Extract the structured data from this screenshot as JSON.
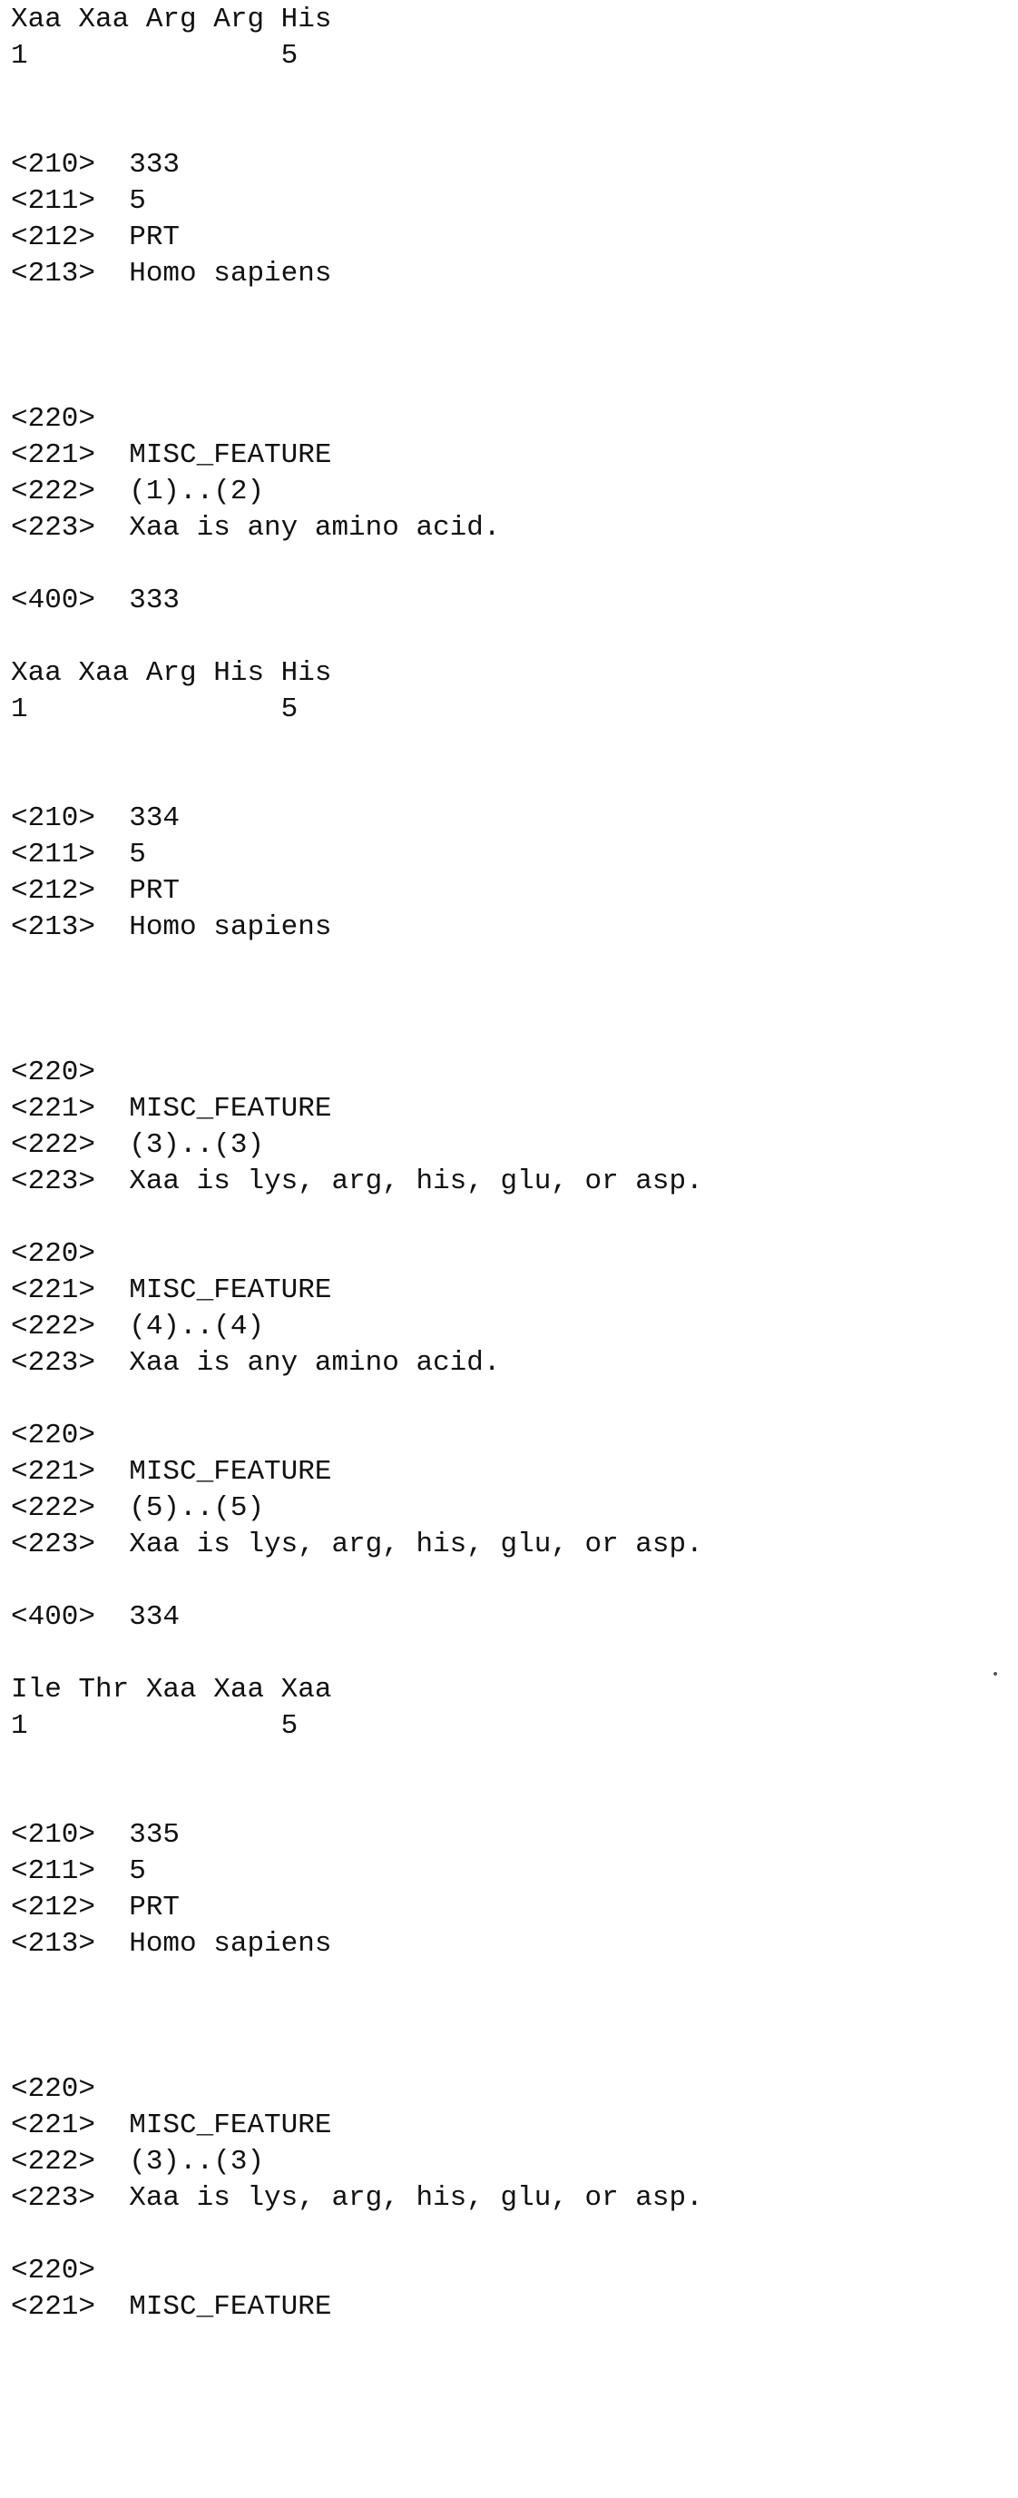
{
  "lines": [
    "Xaa Xaa Arg Arg His",
    "1               5",
    "",
    "",
    "<210>  333",
    "<211>  5",
    "<212>  PRT",
    "<213>  Homo sapiens",
    "",
    "",
    "",
    "<220>",
    "<221>  MISC_FEATURE",
    "<222>  (1)..(2)",
    "<223>  Xaa is any amino acid.",
    "",
    "<400>  333",
    "",
    "Xaa Xaa Arg His His",
    "1               5",
    "",
    "",
    "<210>  334",
    "<211>  5",
    "<212>  PRT",
    "<213>  Homo sapiens",
    "",
    "",
    "",
    "<220>",
    "<221>  MISC_FEATURE",
    "<222>  (3)..(3)",
    "<223>  Xaa is lys, arg, his, glu, or asp.",
    "",
    "<220>",
    "<221>  MISC_FEATURE",
    "<222>  (4)..(4)",
    "<223>  Xaa is any amino acid.",
    "",
    "<220>",
    "<221>  MISC_FEATURE",
    "<222>  (5)..(5)",
    "<223>  Xaa is lys, arg, his, glu, or asp.",
    "",
    "<400>  334",
    "",
    "Ile Thr Xaa Xaa Xaa",
    "1               5",
    "",
    "",
    "<210>  335",
    "<211>  5",
    "<212>  PRT",
    "<213>  Homo sapiens",
    "",
    "",
    "",
    "<220>",
    "<221>  MISC_FEATURE",
    "<222>  (3)..(3)",
    "<223>  Xaa is lys, arg, his, glu, or asp.",
    "",
    "<220>",
    "<221>  MISC_FEATURE"
  ]
}
